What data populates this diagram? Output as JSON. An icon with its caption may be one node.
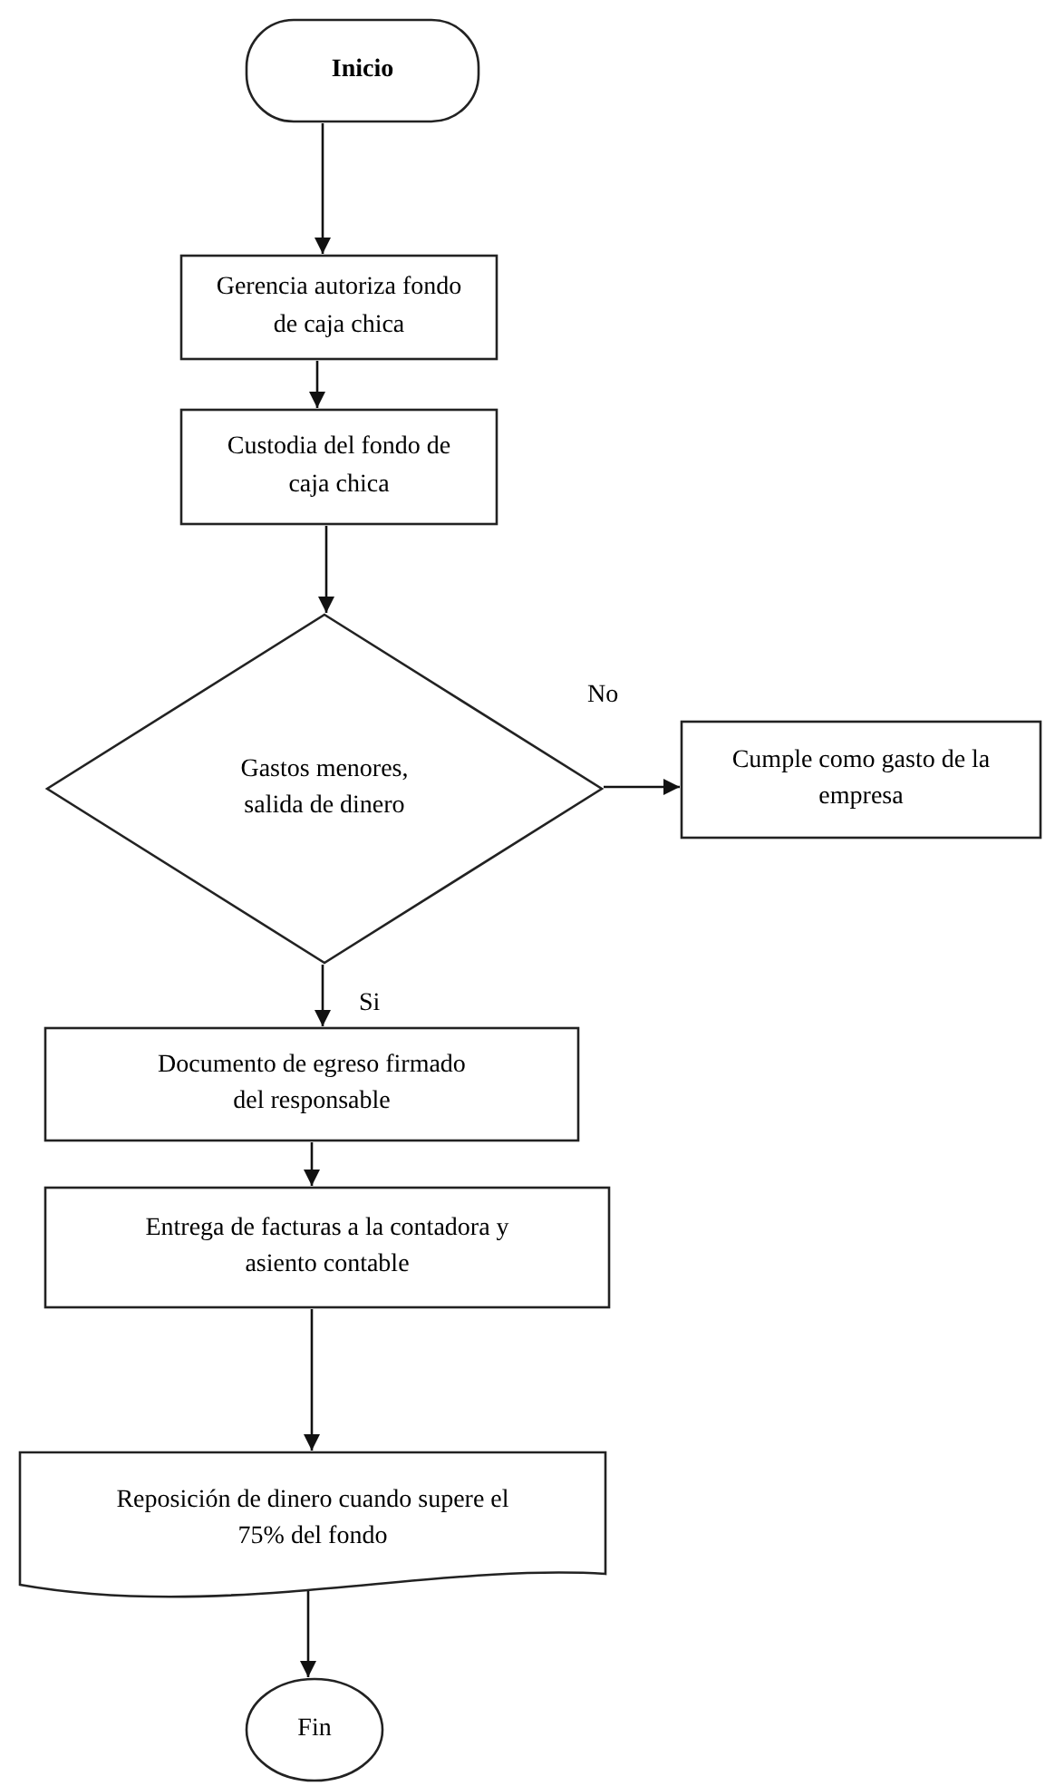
{
  "diagram": {
    "nodes": [
      {
        "text": [
          "Inicio"
        ]
      },
      {
        "text": [
          "Gerencia autoriza fondo de caja chica"
        ]
      },
      {
        "text": [
          "Custodia del fondo de caja chica"
        ]
      },
      {
        "text": [
          "Gastos menores, salida de dinero"
        ]
      },
      {
        "text": [
          "Cumple como gasto de la empresa"
        ]
      },
      {
        "text": [
          "Documento de egreso firmado del responsable"
        ]
      },
      {
        "text": [
          "Entrega de facturas a la contadora y asiento contable"
        ]
      },
      {
        "text": [
          "Reposición de dinero cuando supere el 75% del fondo"
        ]
      },
      {
        "text": [
          "Fin"
        ]
      }
    ],
    "edges": [
      {
        "from": 0,
        "to": 1,
        "arrow": "to"
      },
      {
        "from": 1,
        "to": 2,
        "arrow": "to"
      },
      {
        "from": 2,
        "to": 3,
        "arrow": "to"
      },
      {
        "from": 3,
        "to": 4,
        "arrow": "to",
        "label": "No"
      },
      {
        "from": 3,
        "to": 5,
        "arrow": "to",
        "label": "Si"
      },
      {
        "from": 5,
        "to": 6,
        "arrow": "to"
      },
      {
        "from": 6,
        "to": 7,
        "arrow": "to"
      },
      {
        "from": 7,
        "to": 8,
        "arrow": "to"
      }
    ]
  }
}
